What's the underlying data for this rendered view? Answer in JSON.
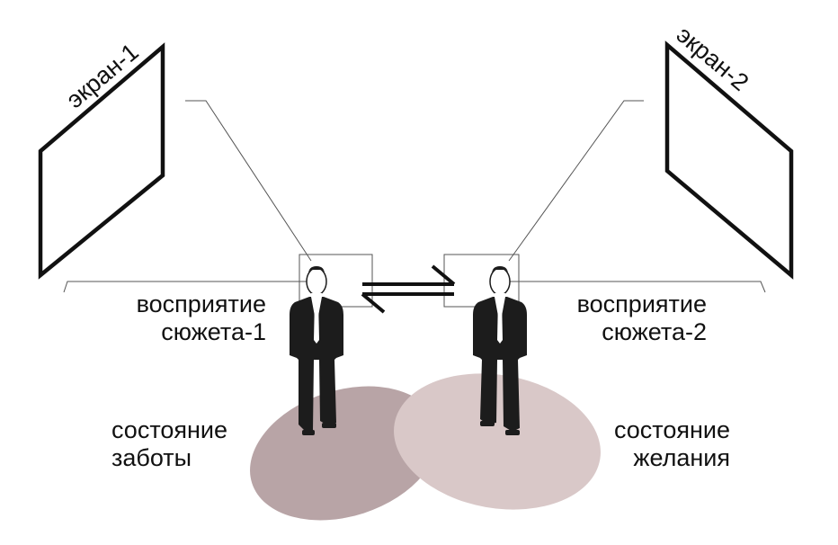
{
  "screens": [
    {
      "label": "экран-1"
    },
    {
      "label": "экран-2"
    }
  ],
  "perception": [
    {
      "line1": "восприятие",
      "line2": "сюжета-1"
    },
    {
      "line1": "восприятие",
      "line2": "сюжета-2"
    }
  ],
  "states": [
    {
      "line1": "состояние",
      "line2": "заботы",
      "color": "#b8a4a6"
    },
    {
      "line1": "состояние",
      "line2": "желания",
      "color": "#d9c8c8"
    }
  ],
  "colors": {
    "ink": "#111111",
    "line": "#555555",
    "suit": "#1c1c1c"
  }
}
